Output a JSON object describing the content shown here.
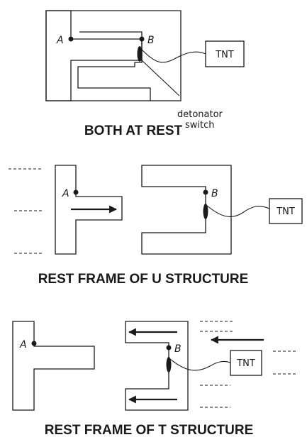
{
  "panels": [
    {
      "caption": "BOTH AT REST",
      "point_a": "A",
      "point_b": "B",
      "tnt": "TNT",
      "annotation": [
        "detonator",
        "switch"
      ]
    },
    {
      "caption": "REST FRAME OF U STRUCTURE",
      "point_a": "A",
      "point_b": "B",
      "tnt": "TNT"
    },
    {
      "caption": "REST FRAME OF T STRUCTURE",
      "point_a": "A",
      "point_b": "B",
      "tnt": "TNT"
    }
  ]
}
